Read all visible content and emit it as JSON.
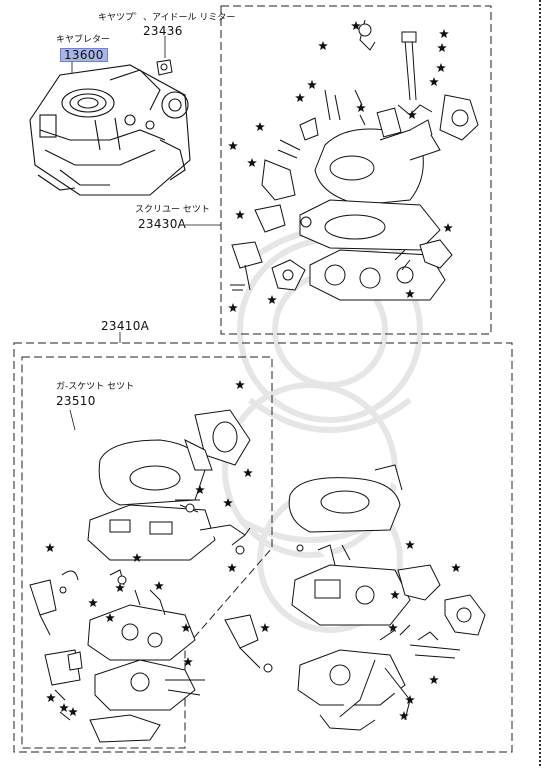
{
  "diagram": {
    "labels": {
      "carburetor_name": "キヤブレター",
      "carburetor_part": "13600",
      "cap_name": "キヤツプ゜、アイドール リミター",
      "cap_part": "23436",
      "screw_set_name": "スクリユー セツト",
      "screw_set_part": "23430A",
      "overhaul_part": "23410A",
      "gasket_set_name": "ガ-スケツト セツト",
      "gasket_set_part": "23510"
    },
    "colors": {
      "ink": "#111111",
      "highlight": "#a9b4e8",
      "watermark": "#e6e6e6"
    },
    "icons": {
      "marker": "star-icon"
    }
  }
}
